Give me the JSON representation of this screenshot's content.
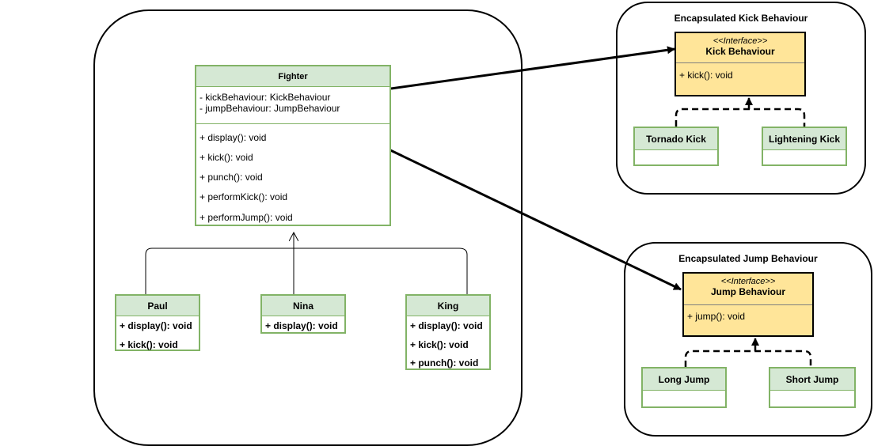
{
  "fighter": {
    "name": "Fighter",
    "attributes": [
      "- kickBehaviour: KickBehaviour",
      "- jumpBehaviour: JumpBehaviour"
    ],
    "methods": [
      "+ display(): void",
      "+ kick(): void",
      "+ punch(): void",
      "+ performKick(): void",
      "+ performJump(): void"
    ]
  },
  "subclasses": [
    {
      "name": "Paul",
      "methods": [
        "+ display(): void",
        "+ kick(): void"
      ]
    },
    {
      "name": "Nina",
      "methods": [
        "+ display(): void"
      ]
    },
    {
      "name": "King",
      "methods": [
        "+ display(): void",
        "+ kick(): void",
        "+ punch(): void"
      ]
    }
  ],
  "kick_group": {
    "title": "Encapsulated Kick Behaviour",
    "interface": {
      "stereotype": "<<Interface>>",
      "name": "Kick Behaviour",
      "methods": [
        "+ kick(): void"
      ]
    },
    "implementations": [
      "Tornado Kick",
      "Lightening Kick"
    ]
  },
  "jump_group": {
    "title": "Encapsulated Jump Behaviour",
    "interface": {
      "stereotype": "<<Interface>>",
      "name": "Jump Behaviour",
      "methods": [
        "+ jump(): void"
      ]
    },
    "implementations": [
      "Long Jump",
      "Short Jump"
    ]
  }
}
